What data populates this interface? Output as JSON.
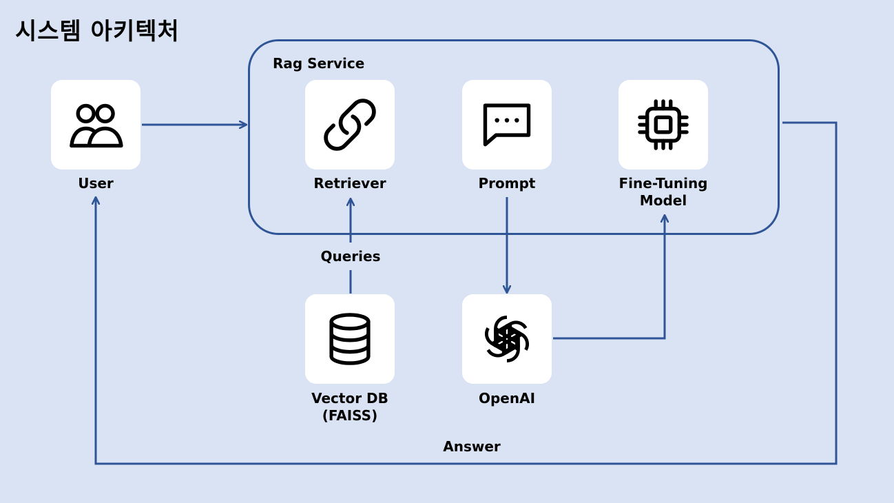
{
  "page": {
    "title": "시스템 아키텍처"
  },
  "service": {
    "label": "Rag Service"
  },
  "nodes": {
    "user": {
      "label": "User",
      "icon": "users-icon"
    },
    "retriever": {
      "label": "Retriever",
      "icon": "link-icon"
    },
    "prompt": {
      "label": "Prompt",
      "icon": "chat-bubble-icon"
    },
    "finetuning": {
      "label_line1": "Fine-Tuning",
      "label_line2": "Model",
      "icon": "chip-icon"
    },
    "vectordb": {
      "label_line1": "Vector DB",
      "label_line2": "(FAISS)",
      "icon": "database-icon"
    },
    "openai": {
      "label": "OpenAI",
      "icon": "openai-logo-icon"
    }
  },
  "edges": {
    "queries_label": "Queries",
    "answer_label": "Answer"
  },
  "colors": {
    "background": "#dae3f3",
    "line": "#2f5597",
    "node": "#ffffff"
  }
}
